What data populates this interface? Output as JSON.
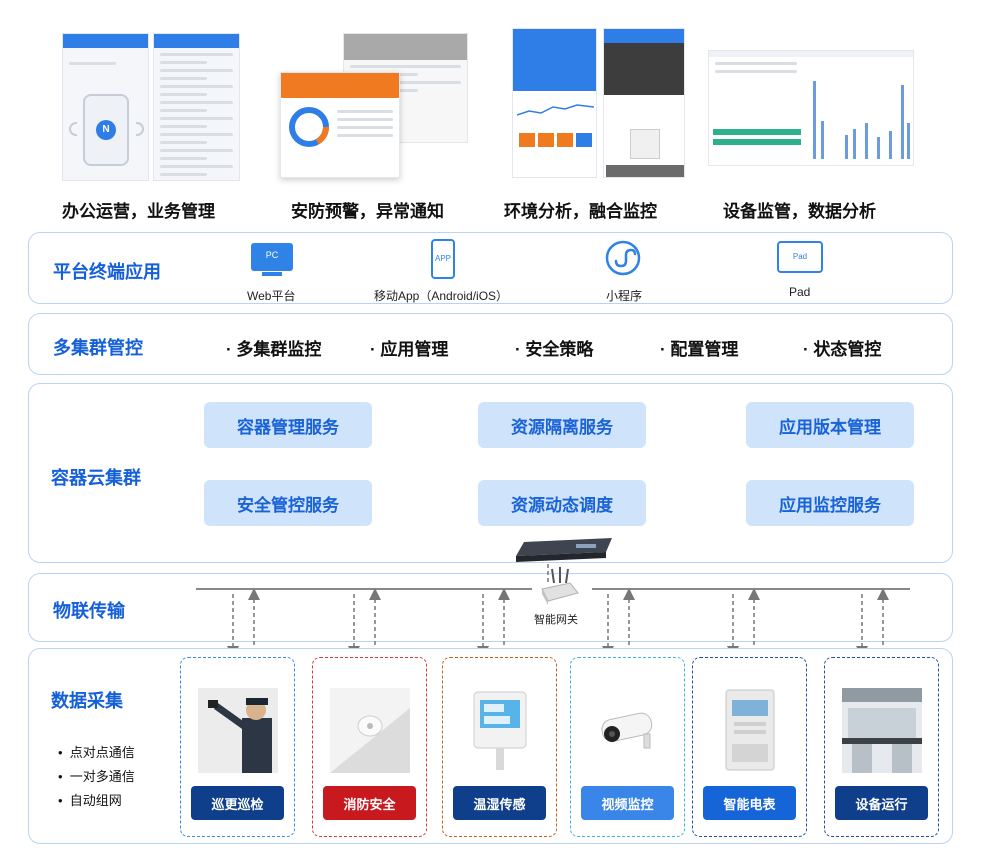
{
  "top_captions": [
    "办公运营，业务管理",
    "安防预警，异常通知",
    "环境分析，融合监控",
    "设备监管，数据分析"
  ],
  "platform": {
    "title": "平台终端应用",
    "terminals": [
      {
        "icon_label": "PC",
        "label": "Web平台"
      },
      {
        "icon_label": "APP",
        "label": "移动App（Android/iOS）"
      },
      {
        "icon_label": "",
        "label": "小程序"
      },
      {
        "icon_label": "Pad",
        "label": "Pad"
      }
    ]
  },
  "cluster_mgmt": {
    "title": "多集群管控",
    "features": [
      "· 多集群监控",
      "· 应用管理",
      "· 安全策略",
      "· 配置管理",
      "· 状态管控"
    ]
  },
  "container": {
    "title": "容器云集群",
    "services": [
      "容器管理服务",
      "资源隔离服务",
      "应用版本管理",
      "安全管控服务",
      "资源动态调度",
      "应用监控服务"
    ]
  },
  "iot": {
    "title": "物联传输",
    "gateway_label": "智能网关"
  },
  "collection": {
    "title": "数据采集",
    "bullets": [
      "点对点通信",
      "一对多通信",
      "自动组网"
    ],
    "groups": [
      {
        "label": "巡更巡检",
        "border": "#3a8be0",
        "label_bg": "#0f3f8a"
      },
      {
        "label": "消防安全",
        "border": "#d23a3a",
        "label_bg": "#c8191f"
      },
      {
        "label": "温湿传感",
        "border": "#b7651f",
        "label_bg": "#0f3f8a"
      },
      {
        "label": "视频监控",
        "border": "#3ab6d6",
        "label_bg": "#3a86e8"
      },
      {
        "label": "智能电表",
        "border": "#1f4f9a",
        "label_bg": "#1565d8"
      },
      {
        "label": "设备运行",
        "border": "#1f4f9a",
        "label_bg": "#0f3f8a"
      }
    ]
  },
  "colors": {
    "brand_blue": "#1560d8",
    "panel_border": "#b9d3f4",
    "service_bg": "#cfe3fb"
  }
}
